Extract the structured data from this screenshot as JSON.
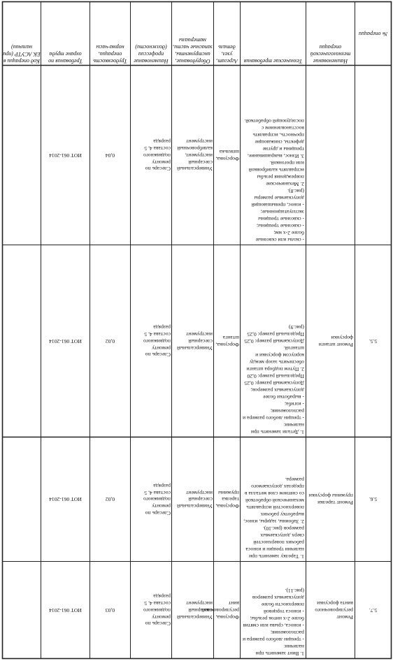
{
  "headers": {
    "operation_num": "№ операции",
    "operation_name": "Наименование технологической операции",
    "requirements": "Технические требования",
    "aggregate": "Агрегат, узел, деталь",
    "equipment": "Оборудование, инструменты, запасные части, материалы",
    "profession": "Наименование профессии (должности)",
    "trudo": "Трудоемкость операции, норма-часы",
    "ohrana": "Требования по охране труда",
    "kod": "Код операции в ЕК АСУТР (при наличии)"
  },
  "rows": [
    {
      "requirements": "- сколы или сквозные более 2-х мм;\n- сквозные трещины;\n- сквозные трещины эксплуатационные;\n- износ, превышающий допускаемые размеры (рис.8).\n2. Механические повреждения резьбы исправлять калибровкой или прогонкой.\n3. Износ, выкрашивание, трещины и другие дефекты, снижающие прочность, исправлять восстановлением с последующей обработкой.",
      "aggregate": "Форсунка, шпилька",
      "equipment": "Универсальный слесарный инструмент, калибровочный инструмент",
      "profession": "Слесарь по ремонту подвижного состава 4, 5 разряда",
      "trudo": "0,04",
      "ohrana": "ИОТ 061-2014"
    },
    {
      "operation_num": "5.5.",
      "operation_name": "Ремонт штанги форсунки",
      "requirements": "1. Детали заменить при наличии:\n- трещин любого размера и расположения;\n- изгиба;\n- выработки более допускаемых размеров;\nДопускаемый размер: 0,25\nПредельный размер: 0,20\n2. Путем подбора штанги обеспечить зазор между корпусом форсунки и штангой.\nДопускаемый размер: 0,25\nПредельный размер: 0,25\n(рис.9)",
      "aggregate": "Форсунка, штанга",
      "equipment": "Универсальный слесарный инструмент",
      "profession": "Слесарь по ремонту подвижного состава 4, 5 разряда",
      "trudo": "0,02",
      "ohrana": "ИОТ 061-2014"
    },
    {
      "operation_num": "5.6.",
      "operation_name": "Ремонт тарелки пружины форсунки",
      "requirements": "1. Тарелку заменить при наличии трещин и износа рабочих поверхностей сверх допускаемых размеров (рис.10).\n2. Забоины, задиры, износ, выработку рабочих поверхностей исправлять механической обработкой со снятием слоя металла в пределах допускаемого размера.",
      "aggregate": "Форсунка, тарелка пружины",
      "equipment": "Универсальный слесарный инструмент",
      "profession": "Слесарь по ремонту подвижного состава 4, 5 разряда",
      "trudo": "0,02",
      "ohrana": "ИОТ 061-2014"
    },
    {
      "operation_num": "5.7.",
      "operation_name": "Ремонт регулировочного винта форсунки",
      "requirements": "1. Винт заменить при наличии:\n- трещин любого размера и расположения;\n- износа, срыва или смятия более 2-х ниток резьбы;\n- износа торцевой поверхности более допускаемых размеров (рис.11).",
      "aggregate": "Форсунка, регулировочный винт",
      "equipment": "Универсальный слесарный инструмент",
      "profession": "Слесарь по ремонту подвижного состава 4, 5 разряда",
      "trudo": "0,03",
      "ohrana": "ИОТ 061-2014"
    }
  ]
}
